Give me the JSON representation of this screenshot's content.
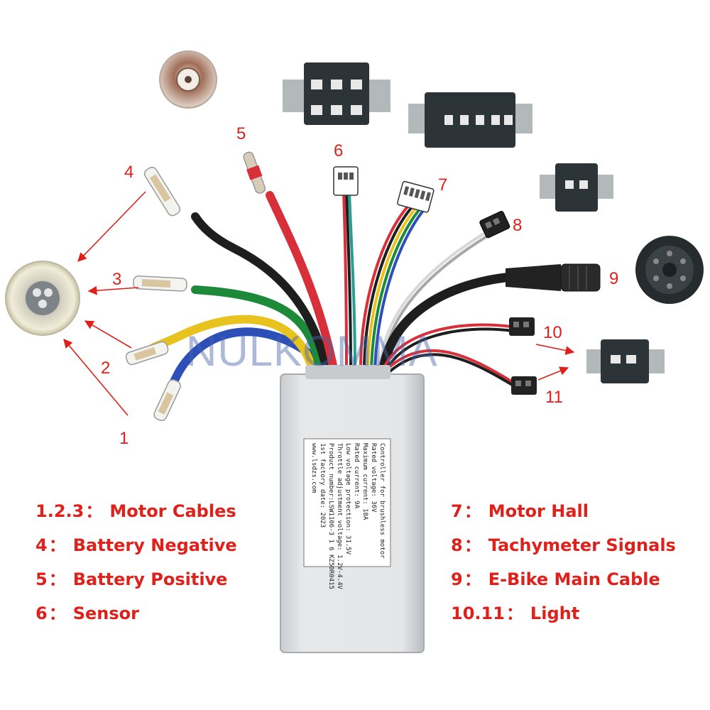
{
  "watermark": "NULKOMMA",
  "colors": {
    "callout": "#e0201b",
    "controller_body": "#dde0e2",
    "connector": "#2c3438",
    "wire_black": "#1e1e1e",
    "wire_red": "#d8303a",
    "wire_green": "#1d8a3a",
    "wire_yellow": "#e8c21d",
    "wire_blue": "#2c4fb8",
    "wire_white": "#f2f2f2"
  },
  "callouts": [
    "1",
    "2",
    "3",
    "4",
    "5",
    "6",
    "7",
    "8",
    "9",
    "10",
    "11"
  ],
  "controller_label": [
    "Controller for brushless motor",
    "Rated voltage:              36V",
    "Maximum current:            18A",
    "Rated current:               9A",
    "Low voltage protection:  31.5V",
    "Throttle adjustment voltage:  1.2V-4.4V",
    "Product number:LSW1106-3 1 6  KZ50R0415",
    "1st factory date:  2023",
    "www.lsdzs.com"
  ],
  "legend": {
    "left": [
      {
        "key": "1.2.3",
        "sep": "：",
        "label": "Motor Cables"
      },
      {
        "key": "4",
        "sep": "：",
        "label": "Battery Negative"
      },
      {
        "key": "5",
        "sep": "：",
        "label": "Battery Positive"
      },
      {
        "key": "6",
        "sep": "：",
        "label": "Sensor"
      }
    ],
    "right": [
      {
        "key": "7",
        "sep": "：",
        "label": "Motor Hall"
      },
      {
        "key": "8",
        "sep": "：",
        "label": "Tachymeter Signals"
      },
      {
        "key": "9",
        "sep": "：",
        "label": "E-Bike Main Cable"
      },
      {
        "key": "10.11",
        "sep": "：",
        "label": "Light"
      }
    ]
  },
  "icons": {
    "bullet_socket": "round-bullet-socket-icon",
    "motor_socket": "motor-bullet-socket-icon",
    "main_cable_socket": "round-main-cable-socket-icon"
  }
}
